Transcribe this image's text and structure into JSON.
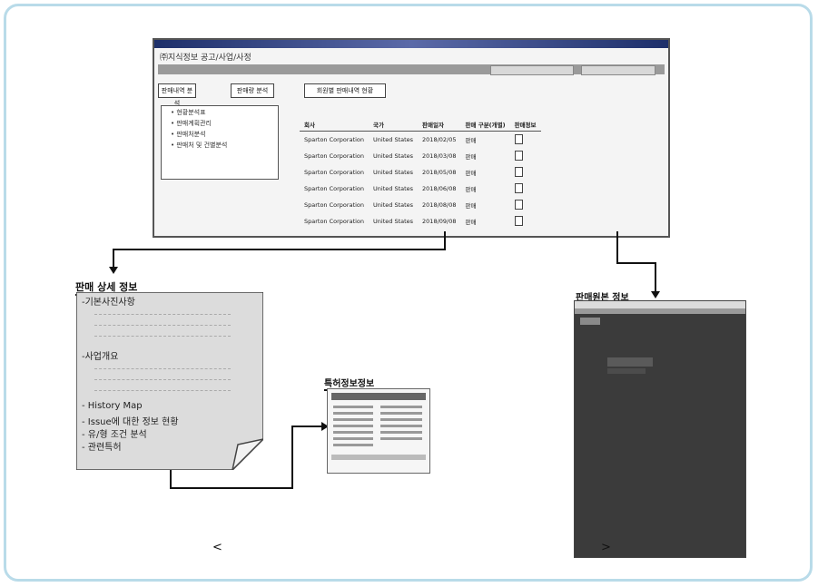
{
  "window": {
    "title": "㈜지식정보 공고/사업/사정",
    "nav_buttons": [
      "",
      ""
    ],
    "tabs": [
      "판매내역 분석",
      "판매량 분석",
      "회원별 판매내역 현황"
    ],
    "tree_items": [
      "현황분석표",
      "판매계획관리",
      "판매처분석",
      "판매처 및 건별분석"
    ],
    "table": {
      "headers": [
        "회사",
        "국가",
        "판매일자",
        "판매 구분(개별)",
        "판매정보"
      ],
      "rows": [
        [
          "Sparton Corporation",
          "United States",
          "2018/02/05",
          "판매",
          ""
        ],
        [
          "Sparton Corporation",
          "United States",
          "2018/03/08",
          "판매",
          ""
        ],
        [
          "Sparton Corporation",
          "United States",
          "2018/05/08",
          "판매",
          ""
        ],
        [
          "Sparton Corporation",
          "United States",
          "2018/06/08",
          "판매",
          ""
        ],
        [
          "Sparton Corporation",
          "United States",
          "2018/08/08",
          "판매",
          ""
        ],
        [
          "Sparton Corporation",
          "United States",
          "2018/09/08",
          "판매",
          ""
        ]
      ]
    }
  },
  "document": {
    "title": "판매 상세 정보",
    "items": [
      "-기본사진사항",
      "-사업개요",
      "- History Map",
      "- Issue에 대한 정보 현황",
      "- 유/형 조건 분석",
      "- 관련특허"
    ]
  },
  "small_figure": {
    "title": "특허정보정보"
  },
  "right_window": {
    "title": "판매원본 정보"
  },
  "captions": {
    "left": "<",
    "right": ">"
  }
}
